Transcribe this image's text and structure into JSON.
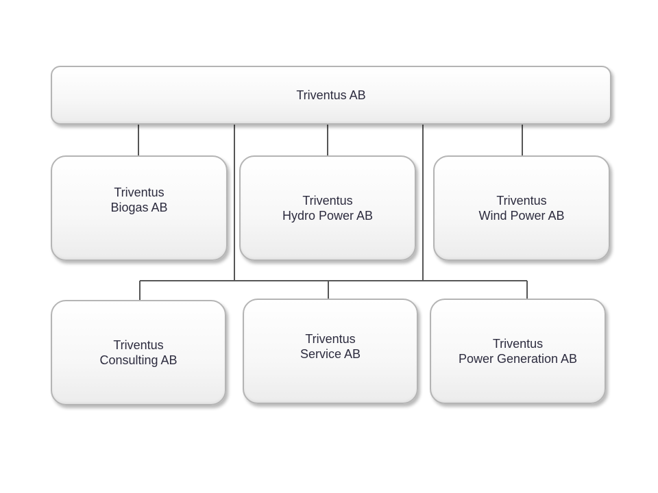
{
  "colors": {
    "box_border": "#b4b4b4",
    "box_fill": "#f7f7f7",
    "connector": "#555555",
    "text": "#2c2b3e"
  },
  "org_chart": {
    "root": {
      "label": "Triventus AB"
    },
    "row1": [
      {
        "label": "Triventus\nBiogas AB"
      },
      {
        "label": "Triventus\nHydro Power AB"
      },
      {
        "label": "Triventus\nWind Power AB"
      }
    ],
    "row2": [
      {
        "label": "Triventus\nConsulting AB"
      },
      {
        "label": "Triventus\nService AB"
      },
      {
        "label": "Triventus\nPower Generation AB"
      }
    ]
  }
}
